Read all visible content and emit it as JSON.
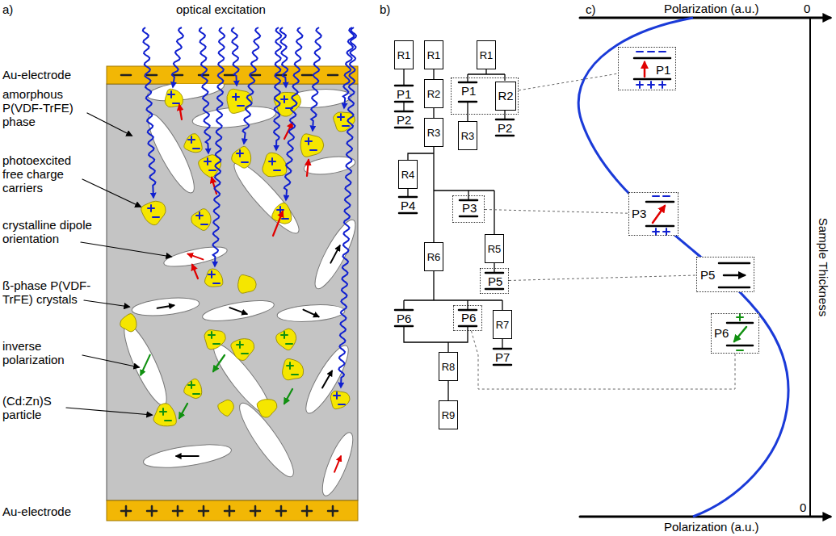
{
  "diagram": {
    "nodes": [
      {
        "text": [
          "R1"
        ]
      },
      {
        "text": [
          "R1"
        ]
      },
      {
        "text": [
          "R1"
        ]
      },
      {
        "text": [
          "R2"
        ]
      },
      {
        "text": [
          "P1"
        ]
      },
      {
        "text": [
          "R2"
        ],
        "in": 4
      },
      {
        "text": [
          "R3"
        ]
      },
      {
        "text": [
          "R3"
        ]
      },
      {
        "text": [
          "R4"
        ]
      },
      {
        "text": [
          "P3"
        ]
      },
      {
        "text": [
          "R5"
        ]
      },
      {
        "text": [
          "R6"
        ]
      },
      {
        "text": [
          "P5"
        ]
      },
      {
        "text": [
          "P6"
        ]
      },
      {
        "text": [
          "R7"
        ]
      },
      {
        "text": [
          "R8"
        ]
      },
      {
        "text": [
          "R9"
        ]
      },
      {
        "text": [
          "P1"
        ]
      },
      {
        "text": [
          "P3"
        ]
      },
      {
        "text": [
          "P5"
        ]
      },
      {
        "text": [
          "P6"
        ]
      }
    ],
    "edges": [
      {
        "from": 4,
        "to": 17,
        "arrow": "none"
      },
      {
        "from": 9,
        "to": 18,
        "arrow": "none"
      },
      {
        "from": 12,
        "to": 19,
        "arrow": "none"
      },
      {
        "from": 13,
        "to": 20,
        "arrow": "none"
      },
      {
        "from": 1,
        "to": 3,
        "arrow": "none"
      },
      {
        "from": 3,
        "to": 6,
        "arrow": "none"
      },
      {
        "from": 6,
        "to": 11,
        "arrow": "none"
      },
      {
        "from": 15,
        "to": 16,
        "arrow": "none"
      }
    ],
    "labels": [
      "a)",
      "optical excitation",
      "Au-electrode",
      "amorphous P(VDF-TrFE) phase",
      "photoexcited free charge carriers",
      "crystalline dipole orientation",
      "ß-phase P(VDF-TrFE) crystals",
      "inverse polarization",
      "(Cd:Zn)S particle",
      "Au-electrode",
      "b)",
      "P1",
      "P2",
      "P2",
      "P4",
      "P6",
      "P7",
      "c)",
      "Polarization (a.u.)",
      "0",
      "Sample Thickness",
      "Polarization (a.u.)",
      "0"
    ]
  }
}
